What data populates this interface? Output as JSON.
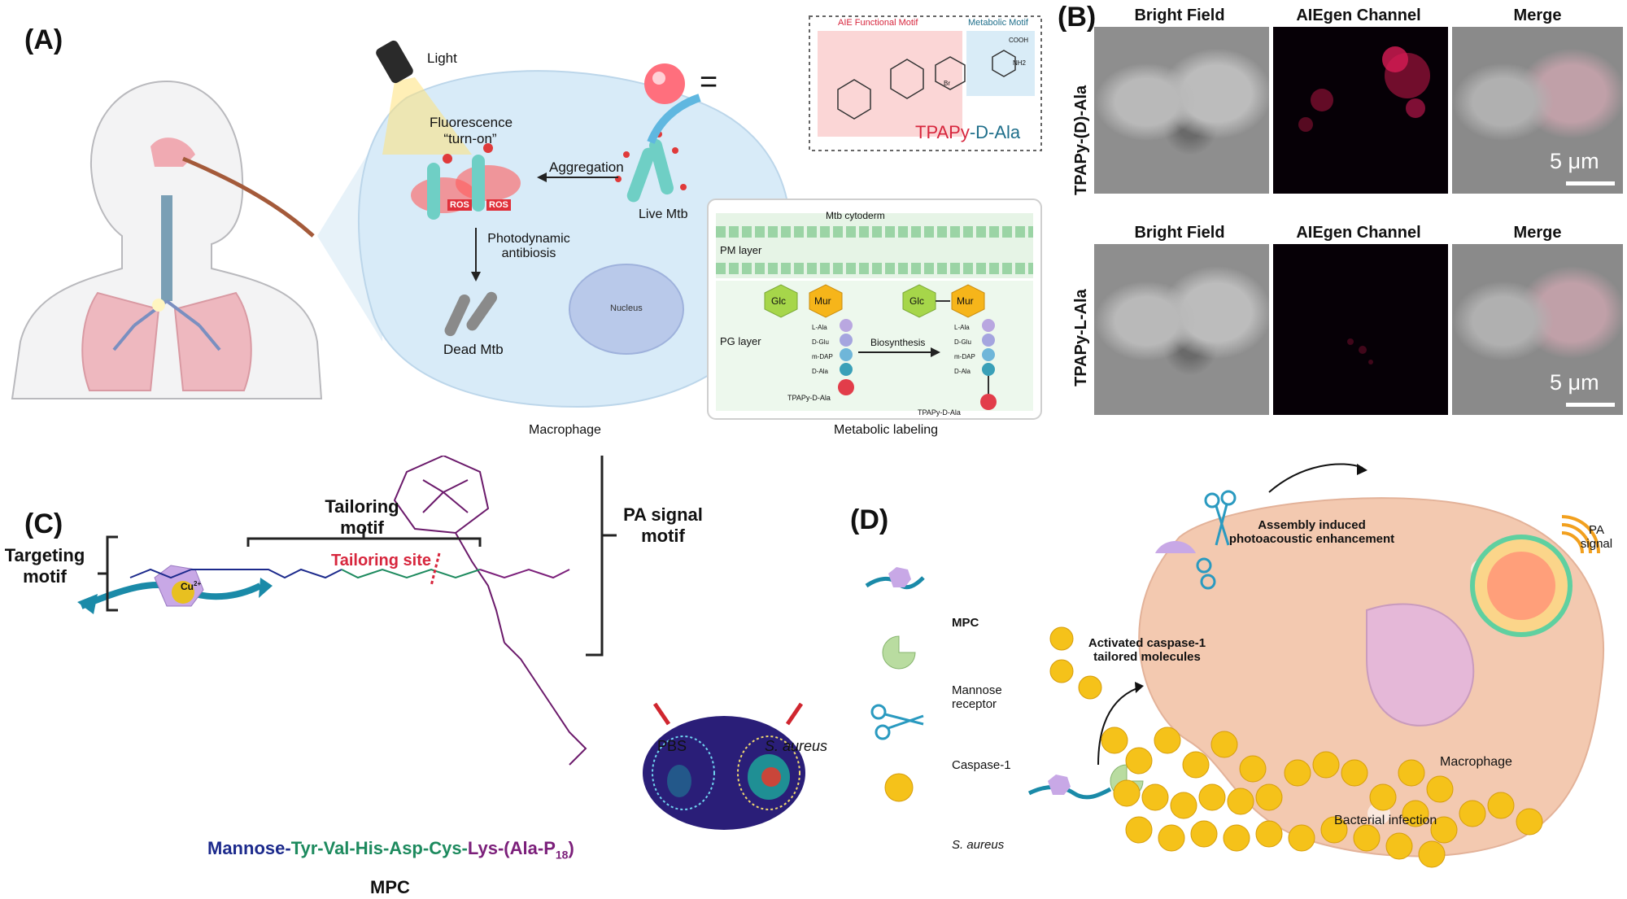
{
  "panelA": {
    "label": "(A)",
    "light": "Light",
    "fluorescence_line1": "Fluorescence",
    "fluorescence_line2": "“turn-on”",
    "aggregation": "Aggregation",
    "ros": "ROS",
    "photodynamic_line1": "Photodynamic",
    "photodynamic_line2": "antibiosis",
    "dead_mtb": "Dead Mtb",
    "live_mtb": "Live Mtb",
    "nucleus": "Nucleus",
    "macrophage": "Macrophage",
    "equals": "=",
    "aie_motif": "AIE Functional Motif",
    "metabolic_motif": "Metabolic Motif",
    "cooh": "COOH",
    "nh2": "NH2",
    "br": "Br",
    "probe_prefix": "TPAPy",
    "probe_suffix": "-D-Ala",
    "mtb_cytoderm": "Mtb cytoderm",
    "pm_layer": "PM layer",
    "pg_layer": "PG layer",
    "glc": "Glc",
    "mur": "Mur",
    "residues": [
      "L-Ala",
      "D-Glu",
      "m-DAP",
      "D-Ala"
    ],
    "biosynthesis": "Biosynthesis",
    "tpapy_dala": "TPAPy-D-Ala",
    "metabolic_labeling": "Metabolic labeling"
  },
  "panelB": {
    "label": "(B)",
    "columns": [
      "Bright Field",
      "AIEgen Channel",
      "Merge"
    ],
    "rows": [
      "TPAPy-(D)-Ala",
      "TPAPy-L-Ala"
    ],
    "scale": "5 μm"
  },
  "panelC": {
    "label": "(C)",
    "cu": "Cu",
    "cu_charge": "2+",
    "tailoring_motif_line1": "Tailoring",
    "tailoring_motif_line2": "motif",
    "tailoring_site": "Tailoring site",
    "targeting_line1": "Targeting",
    "targeting_line2": "motif",
    "pa_signal_line1": "PA signal",
    "pa_signal_line2": "motif",
    "seq_mannose": "Mannose-",
    "seq_peptide": "Tyr-Val-His-Asp-Cys-",
    "seq_lys": "Lys-(Ala-P",
    "seq_sub": "18",
    "seq_end": ")",
    "mpc": "MPC",
    "pbs": "PBS",
    "s_aureus": "S. aureus"
  },
  "panelD": {
    "label": "(D)",
    "legend": [
      "MPC",
      "Mannose receptor",
      "Caspase-1",
      "S. aureus"
    ],
    "assembly_line1": "Assembly induced",
    "assembly_line2": "photoacoustic enhancement",
    "pa_line1": "PA",
    "pa_line2": "signal",
    "activated_line1": "Activated caspase-1",
    "activated_line2": "tailored molecules",
    "macrophage": "Macrophage",
    "bacterial_infection": "Bacterial infection"
  },
  "colors": {
    "red_probe": "#d7263d",
    "teal_probe": "#1f6f8b",
    "navy_seq": "#1c2a8c",
    "green_seq": "#1d8a5e",
    "purple_seq": "#7b1f7a",
    "cell_bg": "#f3c9b0"
  }
}
